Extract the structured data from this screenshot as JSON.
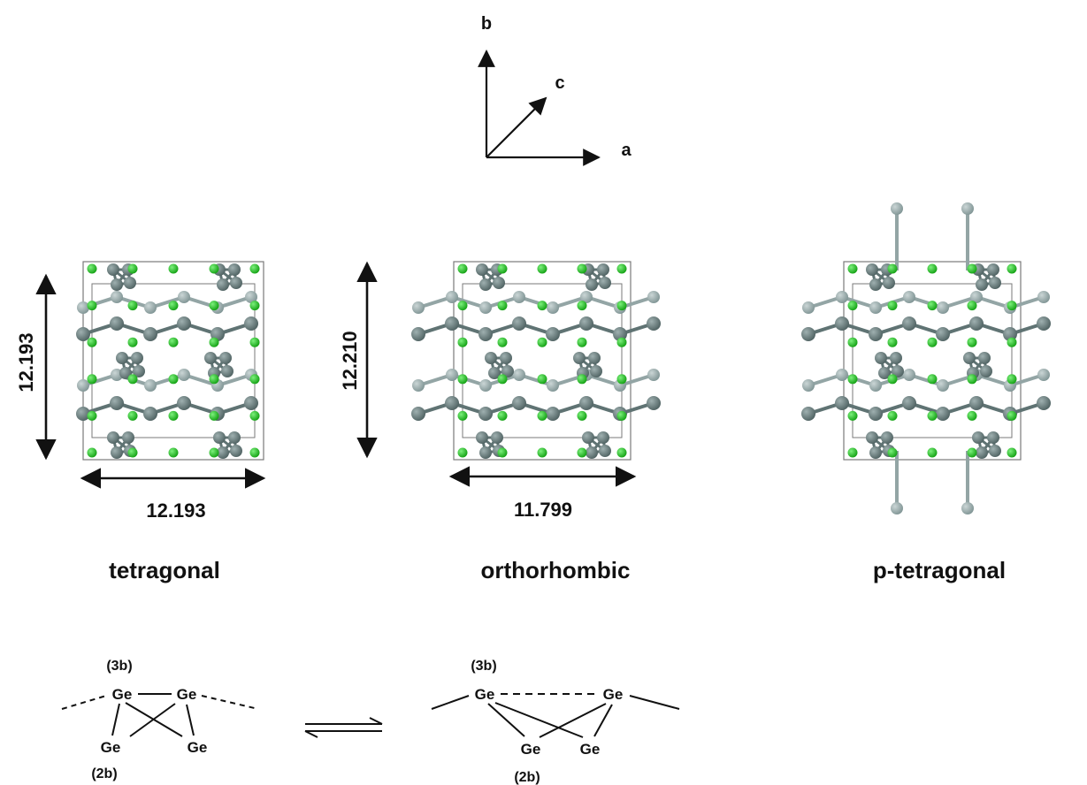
{
  "axes": {
    "a": "a",
    "b": "b",
    "c": "c"
  },
  "panels": [
    {
      "phase": "tetragonal",
      "dim_vertical": "12.193",
      "dim_horizontal": "12.193"
    },
    {
      "phase": "orthorhombic",
      "dim_vertical": "12.210",
      "dim_horizontal": "11.799"
    },
    {
      "phase": "p-tetragonal"
    }
  ],
  "scheme": {
    "left": {
      "site_top": "(3b)",
      "site_bottom": "(2b)",
      "atom": "Ge"
    },
    "right": {
      "site_top": "(3b)",
      "site_bottom": "(2b)",
      "atom": "Ge"
    }
  },
  "colors": {
    "ge_dark": "#5f7373",
    "ge_light": "#93a5a5",
    "cl_green": "#22c022",
    "cell_line": "#7a7a7a",
    "ink": "#111111"
  }
}
